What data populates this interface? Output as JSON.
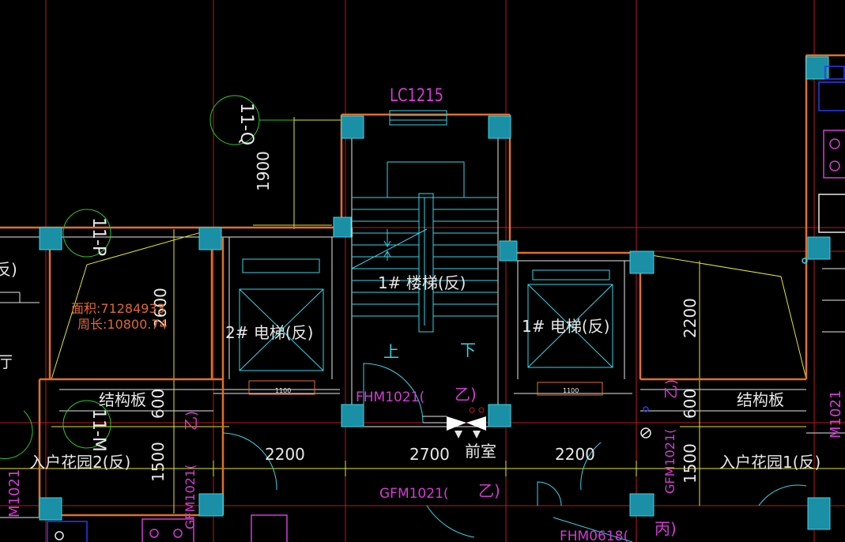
{
  "colors": {
    "background": "#000000",
    "wall": "#e0702a",
    "column": "#1a8fa6",
    "axis": "#c01818",
    "cyan": "#35d6e8",
    "white": "#e8e8e8",
    "yellow": "#e6e62a",
    "green": "#28c828",
    "magenta": "#d63ad6",
    "orange_text": "#e06830",
    "blue": "#2a3af0"
  },
  "labels": {
    "window_code": "LC1215",
    "axis_11q": "11-Q",
    "axis_11p": "11-P",
    "axis_11m": "11-M",
    "dim_1900": "1900",
    "dim_2600": "2600",
    "dim_2200_right": "2200",
    "dim_600_left": "600",
    "dim_1500_left": "1500",
    "dim_600_right": "600",
    "dim_1500_right": "1500",
    "dim_2200_a": "2200",
    "dim_2700": "2700",
    "dim_2200_b": "2200",
    "area_text": "面积:71284933",
    "perimeter_text": "周长:10800.74",
    "stair": "1# 楼梯(反)",
    "elevator2": "2# 电梯(反)",
    "elevator1": "1# 电梯(反)",
    "up": "上",
    "down": "下",
    "door_fhm": "FHM1021(",
    "door_fhm_suffix": "乙)",
    "door_gfm": "GFM1021(",
    "door_gfm_suffix": "乙)",
    "door_gfm_vert": "GFM1021(",
    "door_gfm_vert_left": "GFM1021(",
    "door_fhm0618": "FHM0618(",
    "bing": "丙)",
    "m1021_left": "M1021",
    "m1021_right": "M1021",
    "zhe_right_vert": "乙)",
    "zhe_left_vert": "乙)",
    "anteroom": "前室",
    "slab_left": "结构板",
    "slab_right": "结构板",
    "garden2": "入户花园2(反)",
    "garden1": "入户花园1(反)",
    "partial_fan": "反)",
    "partial_ting": "厅",
    "sill_1100_left": "1100",
    "sill_1100_right": "1100"
  }
}
